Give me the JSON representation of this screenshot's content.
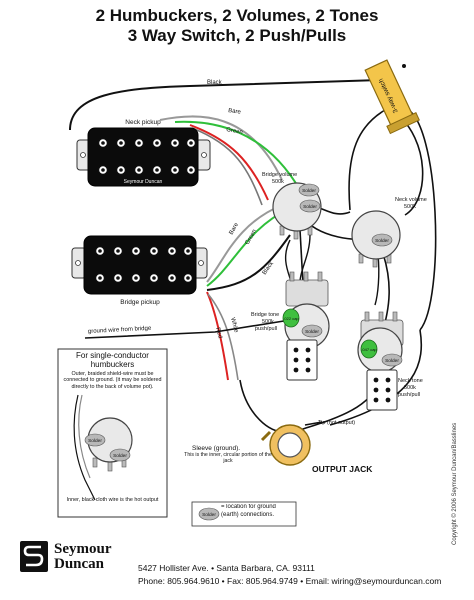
{
  "title_line1": "2 Humbuckers, 2 Volumes, 2 Tones",
  "title_line2": "3 Way Switch, 2 Push/Pulls",
  "switch_label": "3-way switch",
  "wire_labels": {
    "black": "Black",
    "bare": "Bare",
    "green": "Green",
    "bare2": "Bare",
    "green2": "Green",
    "black2": "Black",
    "red": "Red",
    "white": "White",
    "ground_wire": "ground wire from bridge"
  },
  "neck_pickup": {
    "label": "Neck pickup",
    "brand": "Seymour Duncan"
  },
  "bridge_pickup": {
    "label": "Bridge pickup"
  },
  "bridge_volume": {
    "label": "Bridge volume",
    "value": "500k"
  },
  "neck_volume": {
    "label": "Neck volume",
    "value": "500k"
  },
  "bridge_tone": {
    "label": "Bridge tone",
    "value": "500k",
    "sub": "push/pull",
    "cap": ".022 cap"
  },
  "neck_tone": {
    "label": "Neck tone",
    "value": "500k",
    "sub": "push/pull",
    "cap": ".047 cap"
  },
  "solder": "Solder",
  "inset": {
    "heading": "For single-conductor humbuckers",
    "note": "Outer, braided shield-wire must be connected to ground. (it may be soldered directly to the back of volume pot).",
    "bottom": "Inner, black cloth wire is the hot output"
  },
  "sleeve": {
    "label": "Sleeve (ground).",
    "desc": "This is the inner, circular portion of the jack"
  },
  "tip": "Tip (hot output)",
  "output_jack": "OUTPUT JACK",
  "legend": {
    "text": "= location for ground (earth) connections."
  },
  "logo": {
    "line1": "Seymour",
    "line2": "Duncan"
  },
  "footer": {
    "address": "5427 Hollister Ave.  •  Santa Barbara, CA. 93111",
    "contact": "Phone: 805.964.9610  •  Fax: 805.964.9749  •  Email: wiring@seymourduncan.com"
  },
  "copyright": "Copyright © 2006 Seymour Duncan/Basslines"
}
